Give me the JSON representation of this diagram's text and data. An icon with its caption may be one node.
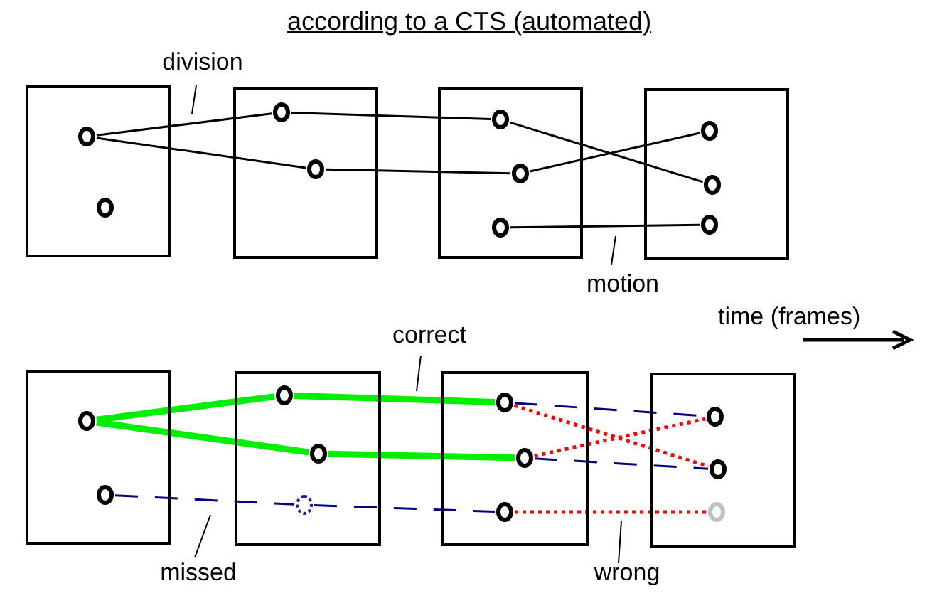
{
  "diagram": {
    "title": "according to a CTS (automated)",
    "nodes": [
      {
        "text": [
          "division"
        ]
      },
      {
        "text": [],
        "shape": "box"
      },
      {
        "text": [],
        "shape": "circle",
        "in": 1
      },
      {
        "text": [],
        "shape": "circle",
        "in": 1
      },
      {
        "text": [],
        "shape": "box"
      },
      {
        "text": [],
        "shape": "circle",
        "in": 4
      },
      {
        "text": [],
        "shape": "circle",
        "in": 4
      },
      {
        "text": [],
        "shape": "box"
      },
      {
        "text": [],
        "shape": "circle",
        "in": 7
      },
      {
        "text": [],
        "shape": "circle",
        "in": 7
      },
      {
        "text": [],
        "shape": "circle",
        "in": 7
      },
      {
        "text": [],
        "shape": "box"
      },
      {
        "text": [],
        "shape": "circle",
        "in": 11
      },
      {
        "text": [],
        "shape": "circle",
        "in": 11
      },
      {
        "text": [],
        "shape": "circle",
        "in": 11
      },
      {
        "text": [
          "motion"
        ]
      },
      {
        "text": [
          "correct"
        ]
      },
      {
        "text": [],
        "shape": "box"
      },
      {
        "text": [],
        "shape": "circle",
        "in": 17
      },
      {
        "text": [],
        "shape": "circle",
        "in": 17
      },
      {
        "text": [],
        "shape": "box"
      },
      {
        "text": [],
        "shape": "circle",
        "in": 20
      },
      {
        "text": [],
        "shape": "circle",
        "in": 20
      },
      {
        "text": [],
        "shape": "circle",
        "in": 20
      },
      {
        "text": [],
        "shape": "box"
      },
      {
        "text": [],
        "shape": "circle",
        "in": 24
      },
      {
        "text": [],
        "shape": "circle",
        "in": 24
      },
      {
        "text": [],
        "shape": "circle",
        "in": 24
      },
      {
        "text": [],
        "shape": "box"
      },
      {
        "text": [],
        "shape": "circle",
        "in": 28
      },
      {
        "text": [],
        "shape": "circle",
        "in": 28
      },
      {
        "text": [],
        "shape": "circle",
        "in": 28
      },
      {
        "text": [
          "missed"
        ]
      },
      {
        "text": [
          "wrong"
        ]
      }
    ],
    "edges": [
      {
        "from": 2,
        "to": 5,
        "arrow": "none"
      },
      {
        "from": 2,
        "to": 6,
        "arrow": "none"
      },
      {
        "from": 5,
        "to": 8,
        "arrow": "none"
      },
      {
        "from": 6,
        "to": 9,
        "arrow": "none"
      },
      {
        "from": 8,
        "to": 13,
        "arrow": "none"
      },
      {
        "from": 9,
        "to": 12,
        "arrow": "none"
      },
      {
        "from": 10,
        "to": 14,
        "arrow": "none"
      },
      {
        "from": 18,
        "to": 21,
        "arrow": "none",
        "style": "thick",
        "color": "#00ee00"
      },
      {
        "from": 18,
        "to": 22,
        "arrow": "none",
        "style": "thick",
        "color": "#00ee00"
      },
      {
        "from": 21,
        "to": 25,
        "arrow": "none",
        "style": "thick",
        "color": "#00ee00"
      },
      {
        "from": 22,
        "to": 26,
        "arrow": "none",
        "style": "thick",
        "color": "#00ee00"
      },
      {
        "from": 19,
        "to": 23,
        "arrow": "none",
        "style": "dashed",
        "color": "#000080"
      },
      {
        "from": 23,
        "to": 27,
        "arrow": "none",
        "style": "dashed",
        "color": "#000080"
      },
      {
        "from": 25,
        "to": 29,
        "arrow": "none",
        "style": "dashed",
        "color": "#000080"
      },
      {
        "from": 26,
        "to": 30,
        "arrow": "none",
        "style": "dashed",
        "color": "#000080"
      },
      {
        "from": 25,
        "to": 30,
        "arrow": "none",
        "style": "dashed",
        "color": "#ff0000"
      },
      {
        "from": 26,
        "to": 29,
        "arrow": "none",
        "style": "dashed",
        "color": "#ff0000"
      },
      {
        "from": 27,
        "to": 31,
        "arrow": "none",
        "style": "dashed",
        "color": "#ff0000"
      },
      {
        "from": 0,
        "to": null,
        "arrow": "none"
      },
      {
        "from": 15,
        "to": null,
        "arrow": "none"
      },
      {
        "from": 16,
        "to": null,
        "arrow": "none"
      },
      {
        "from": 32,
        "to": null,
        "arrow": "none"
      },
      {
        "from": 33,
        "to": null,
        "arrow": "none"
      }
    ],
    "labels": [
      "time (frames)"
    ]
  }
}
